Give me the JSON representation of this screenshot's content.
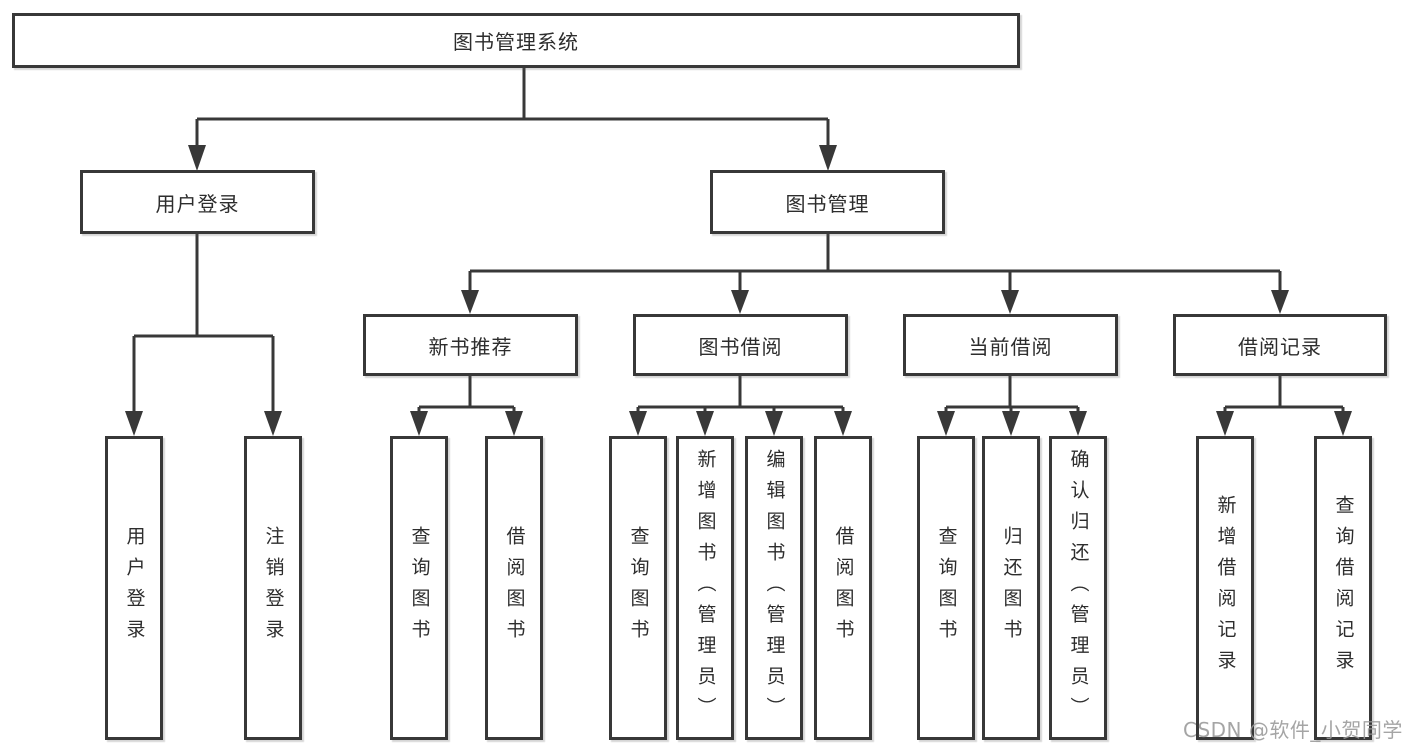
{
  "tree": {
    "label": "图书管理系统",
    "children": [
      {
        "label": "用户登录",
        "children": [
          {
            "label": "用户登录"
          },
          {
            "label": "注销登录"
          }
        ]
      },
      {
        "label": "图书管理",
        "children": [
          {
            "label": "新书推荐",
            "children": [
              {
                "label": "查询图书"
              },
              {
                "label": "借阅图书"
              }
            ]
          },
          {
            "label": "图书借阅",
            "children": [
              {
                "label": "查询图书"
              },
              {
                "label": "新增图书（管理员）"
              },
              {
                "label": "编辑图书（管理员）"
              },
              {
                "label": "借阅图书"
              }
            ]
          },
          {
            "label": "当前借阅",
            "children": [
              {
                "label": "查询图书"
              },
              {
                "label": "归还图书"
              },
              {
                "label": "确认归还（管理员）"
              }
            ]
          },
          {
            "label": "借阅记录",
            "children": [
              {
                "label": "新增借阅记录"
              },
              {
                "label": "查询借阅记录"
              }
            ]
          }
        ]
      }
    ]
  },
  "watermark": {
    "text": "CSDN @软件_小贺同学"
  },
  "colors": {
    "line": "#383838",
    "box_border": "#383838",
    "text": "#2d2d2d",
    "background": "#ffffff",
    "watermark": "#989898"
  }
}
